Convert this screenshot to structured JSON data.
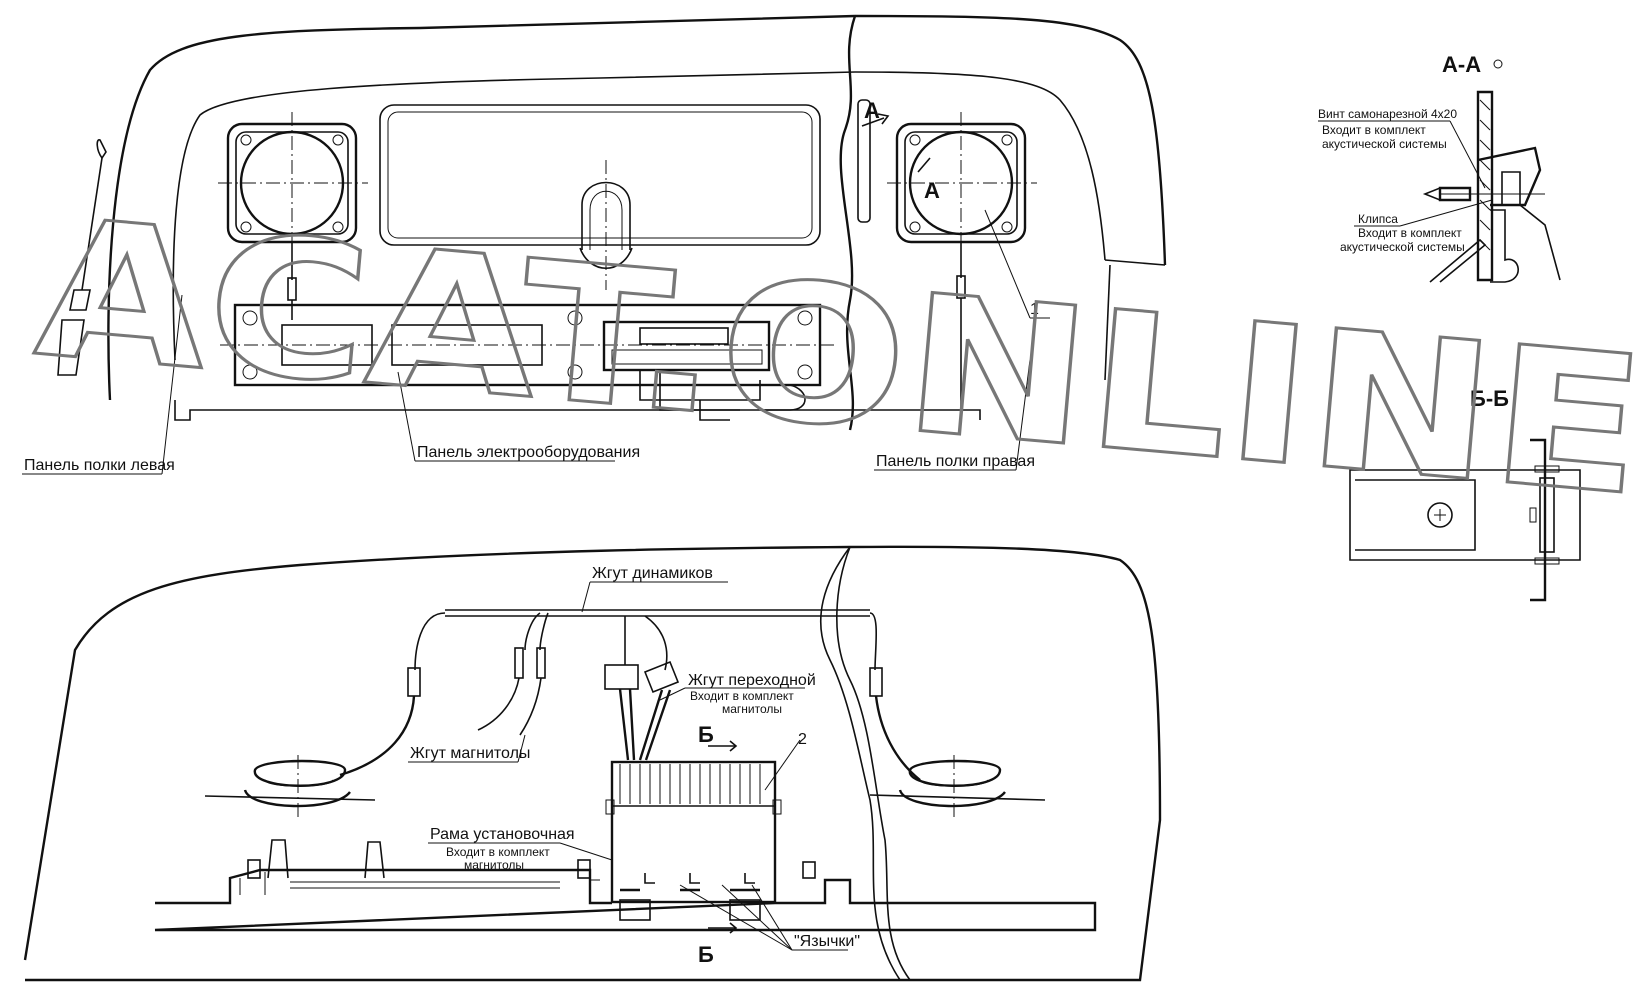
{
  "labels": {
    "panel_left": "Панель полки левая",
    "panel_electric": "Панель электрооборудования",
    "panel_right": "Панель полки правая",
    "callout_1": "1",
    "callout_2": "2",
    "section_aa_title": "А-А",
    "section_a_arrow": "А",
    "section_a_marker": "А",
    "screw": "Винт самонарезной 4х20",
    "screw_sub1": "Входит в комплект",
    "screw_sub2": "акустической системы",
    "clip": "Клипса",
    "clip_sub1": "Входит в комплект",
    "clip_sub2": "акустической системы",
    "section_bb_title": "Б-Б",
    "section_b_top": "Б",
    "section_b_bottom": "Б",
    "speaker_harness": "Жгут динамиков",
    "adapter_harness": "Жгут переходной",
    "adapter_sub1": "Входит в комплект",
    "adapter_sub2": "магнитолы",
    "radio_harness": "Жгут магнитолы",
    "frame": "Рама установочная",
    "frame_sub1": "Входит в комплект",
    "frame_sub2": "магнитолы",
    "tabs": "\"Язычки\""
  },
  "watermark": "ACAT.ONLINE",
  "colors": {
    "ink": "#111111",
    "watermark": "#777777",
    "background": "#ffffff"
  }
}
